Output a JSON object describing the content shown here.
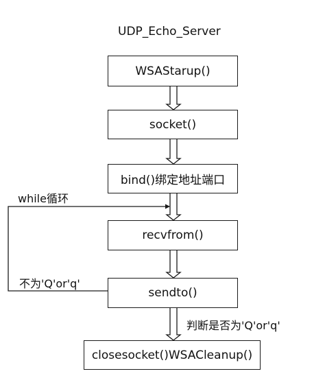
{
  "title": "UDP_Echo_Server",
  "steps": [
    "WSAStarup()",
    "socket()",
    "bind()绑定地址端口",
    "recvfrom()",
    "sendto()",
    "closesocket()WSACleanup()"
  ],
  "labels": {
    "loop": "while循环",
    "loop_condition": "不为'Q'or'q'",
    "exit_condition": "判断是否为'Q'or'q'"
  }
}
